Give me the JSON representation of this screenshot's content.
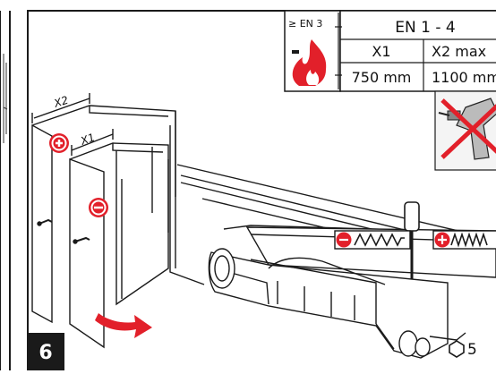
{
  "step_number": "6",
  "standard_table": {
    "fire_badge": "≥ EN 3",
    "header": "EN 1 - 4",
    "col1_header": "X1",
    "col2_header": "X2 max",
    "col1_value": "750 mm",
    "col2_value": "1100 mm"
  },
  "dimension_labels": {
    "x1": "X1",
    "x2": "X2"
  },
  "spring_adjust": {
    "hex_key_size": "5"
  },
  "colors": {
    "accent_red": "#e2202a",
    "line": "#1a1a1a"
  },
  "icons": [
    "fire-icon",
    "plus-icon",
    "minus-icon",
    "no-power-drill-icon",
    "hex-key-icon",
    "rotation-arrow-icon",
    "spring-icon"
  ]
}
